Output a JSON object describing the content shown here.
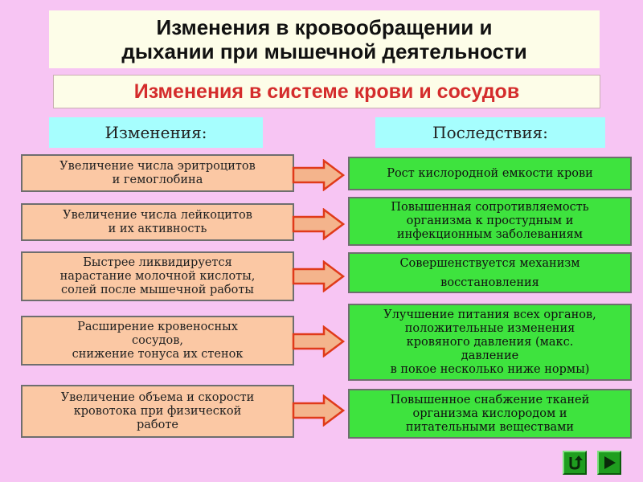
{
  "title": "Изменения в кровообращении и\nдыхании при мышечной деятельности",
  "subtitle": "Изменения в системе крови и сосудов",
  "columns": {
    "left": "Изменения:",
    "right": "Последствия:"
  },
  "rows": [
    {
      "cause": "Увеличение числа эритроцитов\nи гемоглобина",
      "effect": "Рост кислородной емкости крови"
    },
    {
      "cause": "Увеличение числа лейкоцитов\nи их  активность",
      "effect": "Повышенная сопротивляемость\nорганизма к простудным и\nинфекционным заболеваниям"
    },
    {
      "cause": "Быстрее ликвидируется\nнарастание молочной кислоты,\nсолей после мышечной работы",
      "effect": "Совершенствуется механизм\nвосстановления"
    },
    {
      "cause": "Расширение кровеносных\nсосудов,\nснижение тонуса их стенок",
      "effect": "Улучшение питания всех органов,\nположительные изменения\nкровяного давления (макс.\nдавление\nв покое несколько ниже нормы)"
    },
    {
      "cause": "Увеличение объема и скорости\nкровотока при физической\nработе",
      "effect": "Повышенное снабжение тканей\nорганизма кислородом и\nпитательными веществами"
    }
  ],
  "nav": {
    "return_icon": "return-arrow-icon",
    "next_icon": "play-next-icon"
  },
  "colors": {
    "background": "#f7c5f3",
    "title_bg": "#fdfde8",
    "subtitle_text": "#d42c2c",
    "header_bg": "#a6fefe",
    "cause_bg": "#fbc8a4",
    "effect_bg": "#3ee33e",
    "arrow_fill": "#f4b48c",
    "arrow_stroke": "#e03a1a"
  }
}
